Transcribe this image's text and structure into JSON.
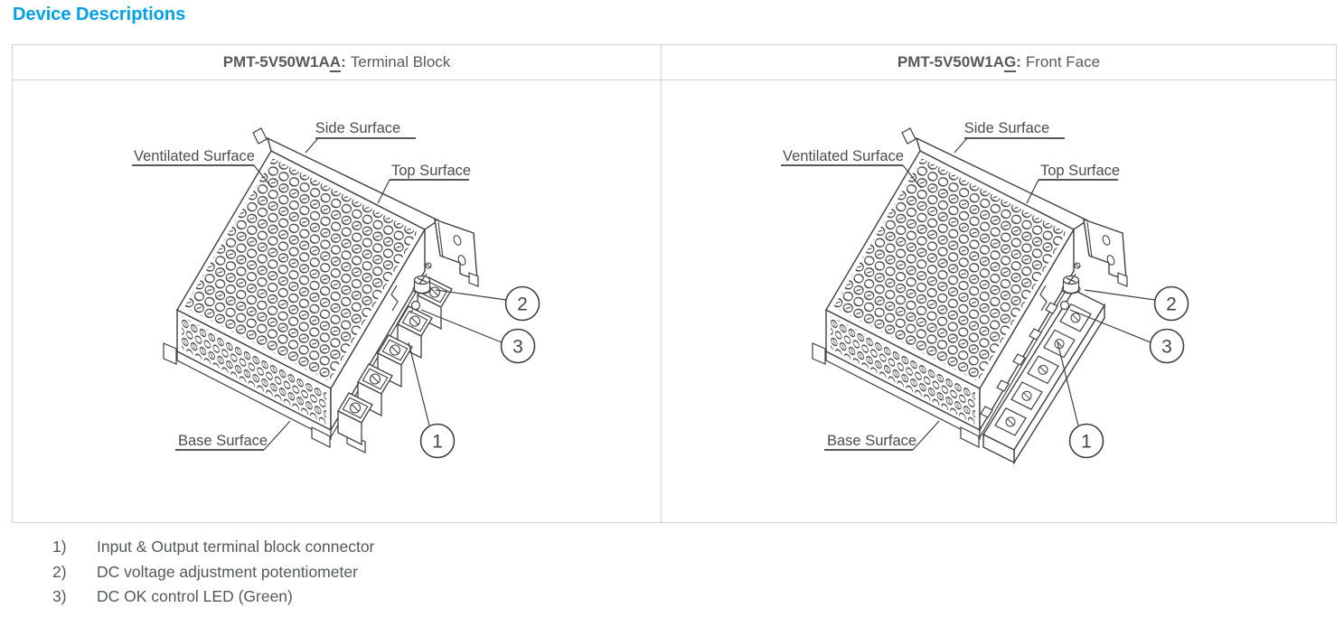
{
  "page": {
    "title": "Device Descriptions"
  },
  "colors": {
    "accent_blue": "#00A0E9",
    "heading_text": "#595959",
    "drawing_line": "#404040",
    "table_border": "#d2d2d2",
    "body_text": "#54585a"
  },
  "panels": [
    {
      "model_prefix": "PMT-5V50W1A",
      "model_suffix": "A",
      "colon": ":",
      "desc": "Terminal Block"
    },
    {
      "model_prefix": "PMT-5V50W1A",
      "model_suffix": "G",
      "colon": ":",
      "desc": "Front Face"
    }
  ],
  "figure": {
    "labels": {
      "side": "Side Surface",
      "ventilated": "Ventilated Surface",
      "top": "Top Surface",
      "base": "Base Surface"
    },
    "callouts": {
      "c1": "1",
      "c2": "2",
      "c3": "3"
    }
  },
  "legend": {
    "items": [
      {
        "num": "1)",
        "text": "Input & Output terminal block connector"
      },
      {
        "num": "2)",
        "text": "DC voltage adjustment potentiometer"
      },
      {
        "num": "3)",
        "text": "DC OK control LED (Green)"
      }
    ]
  }
}
